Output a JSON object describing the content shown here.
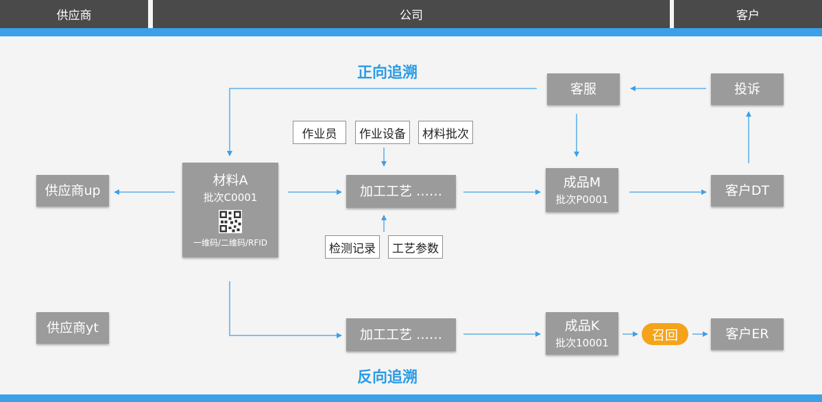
{
  "header": {
    "supplier": "供应商",
    "company": "公司",
    "customer": "客户"
  },
  "labels": {
    "forward_trace": "正向追溯",
    "reverse_trace": "反向追溯"
  },
  "nodes": {
    "supplier_up": "供应商up",
    "supplier_yt": "供应商yt",
    "material": {
      "name": "材料A",
      "batch": "批次C0001",
      "code_types": "一维码/二维码/RFID"
    },
    "process_top": "加工工艺 ……",
    "process_bottom": "加工工艺 ……",
    "product_m": {
      "name": "成品M",
      "batch": "批次P0001"
    },
    "product_k": {
      "name": "成品K",
      "batch": "批次10001"
    },
    "customer_service": "客服",
    "complaint": "投诉",
    "customer_dt": "客户DT",
    "customer_er": "客户ER",
    "recall": "召回"
  },
  "inputs": {
    "operator": "作业员",
    "equipment": "作业设备",
    "material_batch": "材料批次"
  },
  "outputs": {
    "inspection_record": "检测记录",
    "process_params": "工艺参数"
  },
  "colors": {
    "header_bg": "#4a4a4a",
    "accent_blue": "#3ca0e8",
    "label_blue": "#2a9be6",
    "node_gray": "#9b9b9b",
    "recall_orange": "#f5a31a",
    "background": "#f4f4f4"
  }
}
